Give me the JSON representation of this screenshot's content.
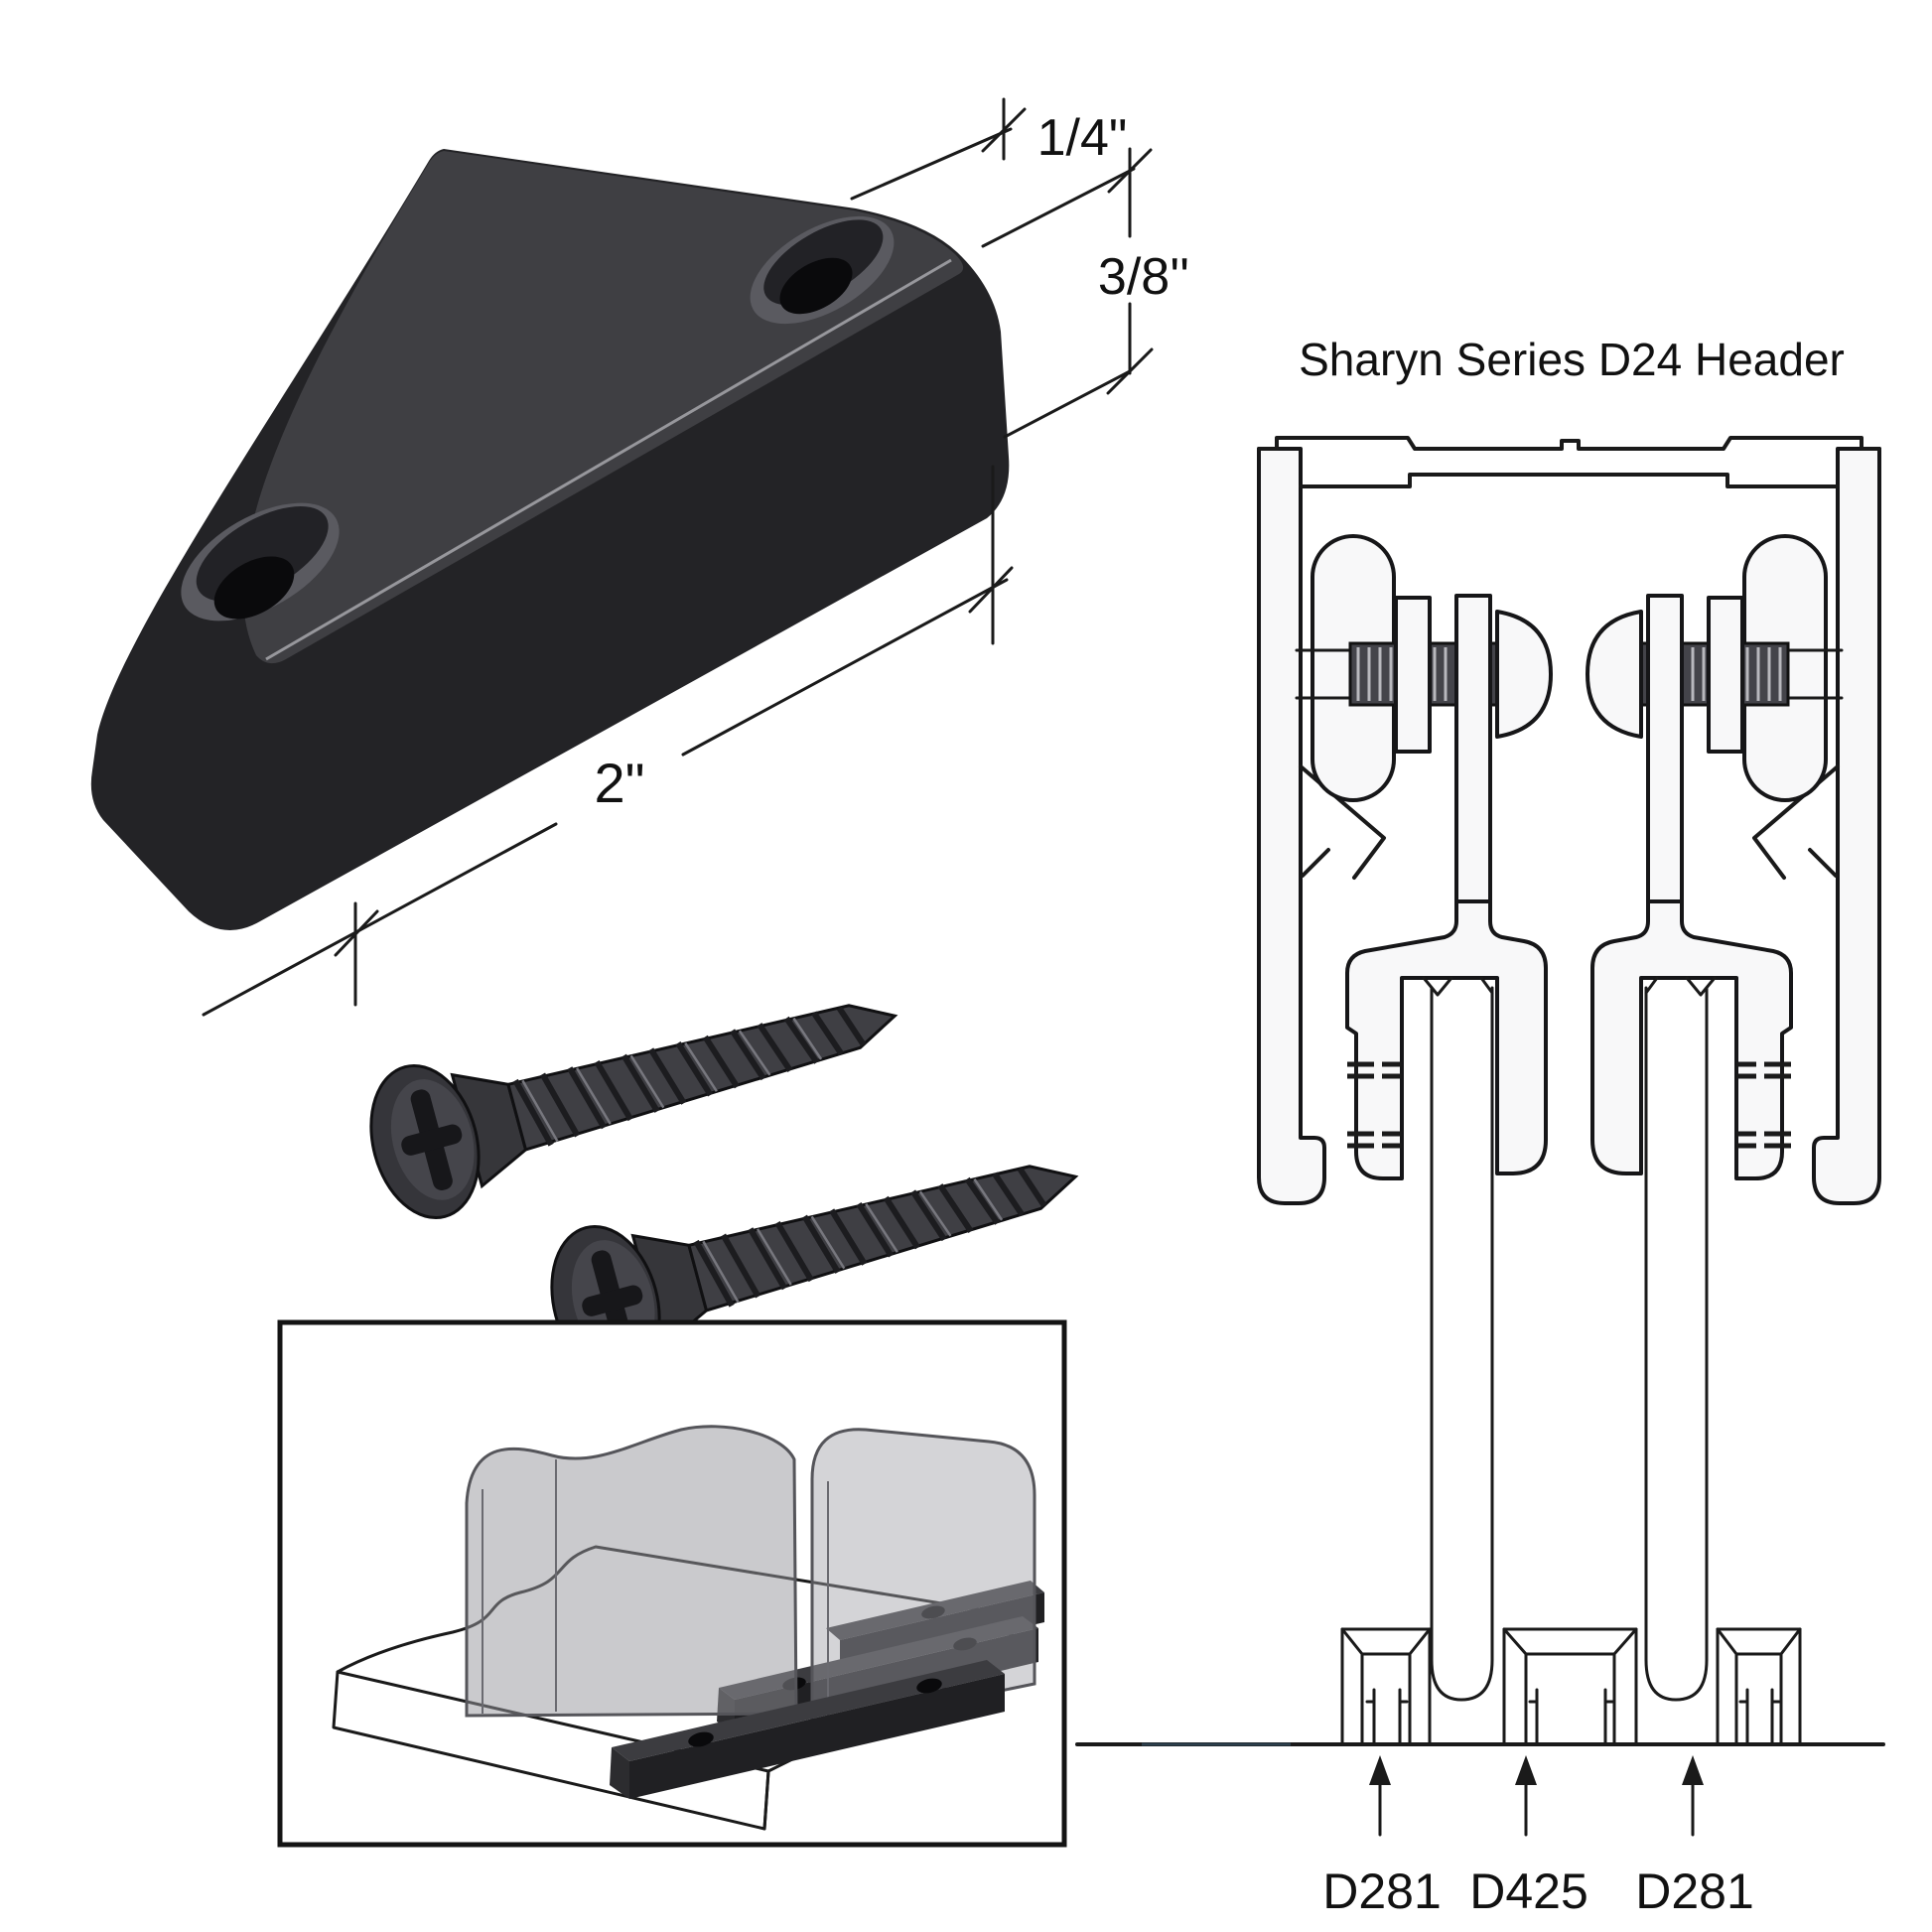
{
  "page": {
    "background": "#ffffff"
  },
  "bumper_view": {
    "name": "glass-door-bumper",
    "dim_width": "1/4\"",
    "dim_height": "3/8''",
    "dim_length": "2\""
  },
  "screws": {
    "icon": "phillips-flathead-screw",
    "count": 2
  },
  "installation_inset": {
    "icon": "floor-guide-installation-illustration"
  },
  "header_diagram": {
    "title": "Sharyn Series D24 Header",
    "labels": [
      "D281",
      "D425",
      "D281"
    ]
  },
  "colors": {
    "line": "#1a1a1a",
    "bumper_body": "#232326",
    "bumper_top": "#3f3f43",
    "screw_body": "#3a3a3e",
    "glass": "#a0a0a6"
  }
}
